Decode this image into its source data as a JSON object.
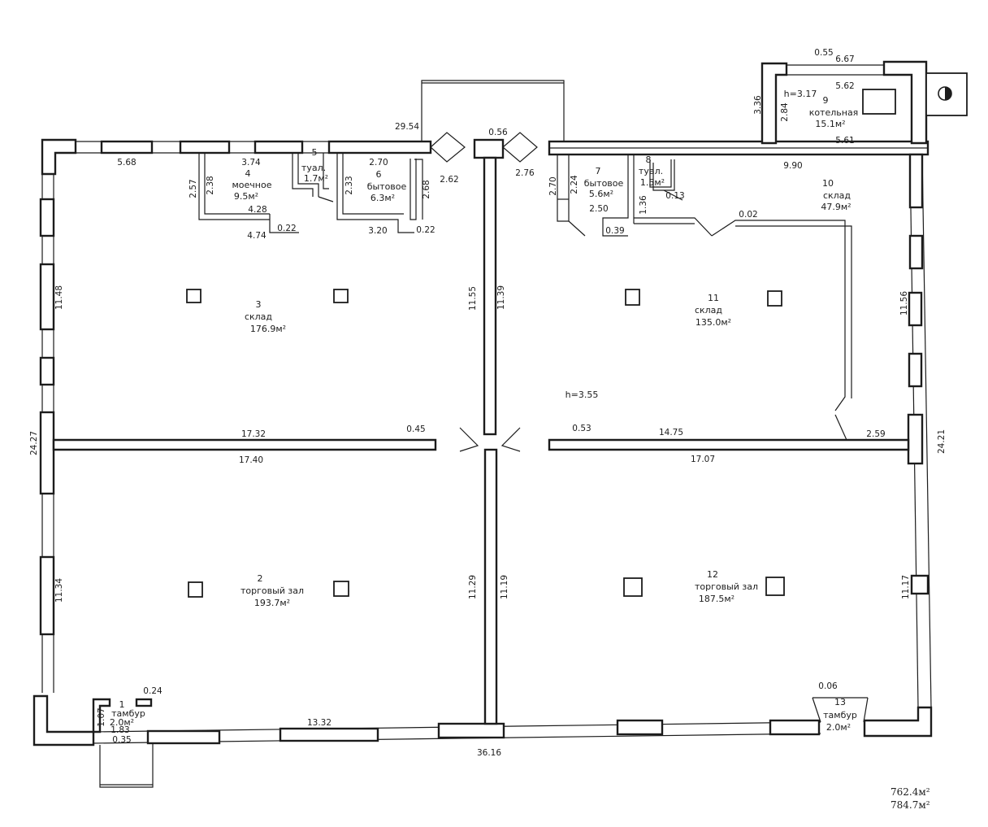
{
  "rooms": [
    {
      "number": "1",
      "name": "тамбур",
      "area": "2.0м²"
    },
    {
      "number": "2",
      "name": "торговый зал",
      "area": "193.7м²"
    },
    {
      "number": "3",
      "name": "склад",
      "area": "176.9м²"
    },
    {
      "number": "4",
      "name": "моечное",
      "area": "9.5м²"
    },
    {
      "number": "5",
      "name": "туал.",
      "area": "1.7м²"
    },
    {
      "number": "6",
      "name": "бытовое",
      "area": "6.3м²"
    },
    {
      "number": "7",
      "name": "бытовое",
      "area": "5.6м²"
    },
    {
      "number": "8",
      "name": "туал.",
      "area": "1.5м²"
    },
    {
      "number": "9",
      "name": "котельная",
      "area": "15.1м²"
    },
    {
      "number": "10",
      "name": "склад",
      "area": "47.9м²"
    },
    {
      "number": "11",
      "name": "склад",
      "area": "135.0м²"
    },
    {
      "number": "12",
      "name": "торговый зал",
      "area": "187.5м²"
    },
    {
      "number": "13",
      "name": "тамбур",
      "area": "2.0м²"
    }
  ],
  "heights": {
    "main": "h=3.55",
    "boiler": "h=3.17"
  },
  "dims": {
    "d_5_68": "5.68",
    "d_3_74": "3.74",
    "d_5": "5",
    "d_2_70a": "2.70",
    "d_29_54": "29.54",
    "d_0_56": "0.56",
    "d_2_62": "2.62",
    "d_2_76": "2.76",
    "d_2_57": "2.57",
    "d_2_38": "2.38",
    "d_4_28": "4.28",
    "d_4_74": "4.74",
    "d_0_22a": "0.22",
    "d_2_33": "2.33",
    "d_2_68": "2.68",
    "d_3_20": "3.20",
    "d_0_22b": "0.22",
    "d_2_70b": "2.70",
    "d_2_24": "2.24",
    "d_2_50": "2.50",
    "d_0_39": "0.39",
    "d_1_36": "1.36",
    "d_0_13": "0.13",
    "d_9_90": "9.90",
    "d_0_02": "0.02",
    "d_0_55": "0.55",
    "d_6_67": "6.67",
    "d_5_62": "5.62",
    "d_3_36": "3.36",
    "d_2_84": "2.84",
    "d_5_61": "5.61",
    "d_11_48": "11.48",
    "d_11_55": "11.55",
    "d_11_39": "11.39",
    "d_11_56": "11.56",
    "d_24_27": "24.27",
    "d_24_21": "24.21",
    "d_17_32": "17.32",
    "d_0_45": "0.45",
    "d_0_53": "0.53",
    "d_14_75": "14.75",
    "d_2_59": "2.59",
    "d_17_40": "17.40",
    "d_17_07": "17.07",
    "d_11_34": "11.34",
    "d_11_29": "11.29",
    "d_11_19": "11.19",
    "d_11_17": "11.17",
    "d_0_24": "0.24",
    "d_1_07": "1.07",
    "d_1_83": "1.83",
    "d_0_35": "0.35",
    "d_13_32": "13.32",
    "d_36_16": "36.16",
    "d_0_06": "0.06"
  },
  "totals": {
    "area_main": "762.4м²",
    "area_total": "784.7м²"
  }
}
